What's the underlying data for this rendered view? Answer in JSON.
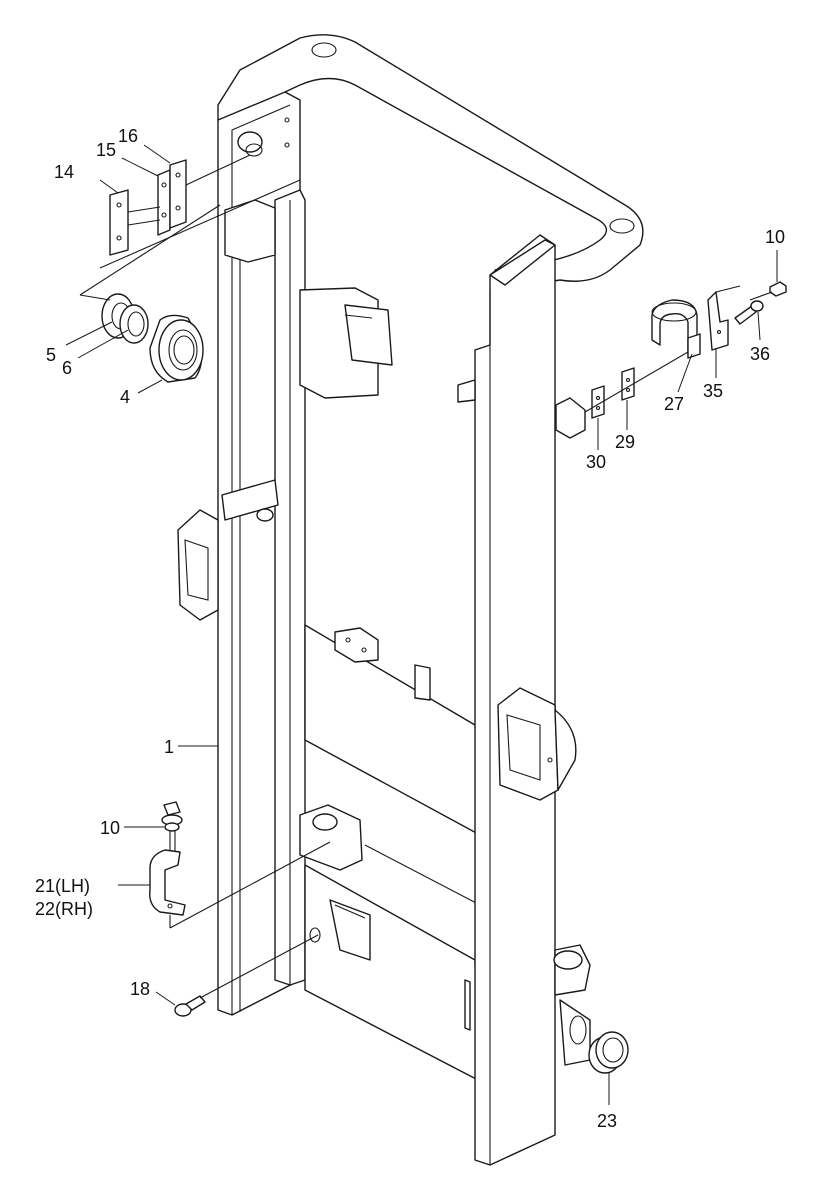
{
  "labels": {
    "l1": "1",
    "l4": "4",
    "l5": "5",
    "l6": "6",
    "l10a": "10",
    "l10b": "10",
    "l14": "14",
    "l15": "15",
    "l16": "16",
    "l18": "18",
    "l21": "21(LH)",
    "l22": "22(RH)",
    "l23": "23",
    "l27": "27",
    "l29": "29",
    "l30": "30",
    "l35": "35",
    "l36": "36"
  },
  "colors": {
    "line": "#1a1a1a",
    "background": "#ffffff"
  }
}
